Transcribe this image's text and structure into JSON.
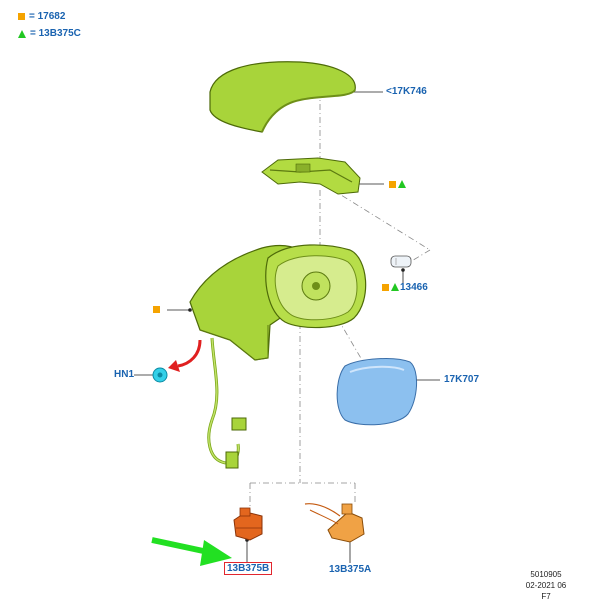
{
  "legend": [
    {
      "symbol": "square",
      "color": "#f5a300",
      "text": "= 17682"
    },
    {
      "symbol": "triangle",
      "color": "#22c722",
      "text": "= 13B375C"
    }
  ],
  "callouts": {
    "cap": "<17K746",
    "mount_marks": "",
    "bulb": "13466",
    "glass": "17K707",
    "clip": "HN1",
    "left_motor": "13B375B",
    "right_motor": "13B375A"
  },
  "footer": {
    "line1": "5010905",
    "line2": "02-2021 06",
    "line3": "F7"
  },
  "colors": {
    "part_green": "#a8d43a",
    "part_dark": "#5c7a10",
    "glass_blue": "#8cc0ef",
    "motor_orange": "#e3661e",
    "clip_cyan": "#33d0e8",
    "label_blue": "#1a63b0",
    "arrow_green": "#22e022",
    "arrow_red": "#e02020",
    "highlight_red": "#e2262e"
  }
}
